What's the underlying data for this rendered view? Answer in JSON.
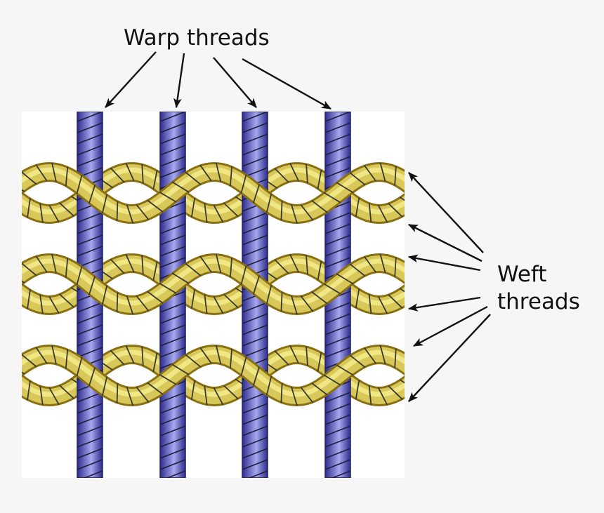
{
  "labels": {
    "warp": "Warp threads",
    "weft_line1": "Weft",
    "weft_line2": "threads"
  },
  "colors": {
    "background": "#f6f6f6",
    "panel": "#ffffff",
    "warp_dark": "#2c2c8c",
    "warp_light": "#a8a8f0",
    "weft_dark": "#8a7010",
    "weft_light": "#f4ec8c",
    "twist": "#3a3a30",
    "arrow": "#111111"
  },
  "structure": {
    "warp_count": 4,
    "weft_count": 3
  }
}
